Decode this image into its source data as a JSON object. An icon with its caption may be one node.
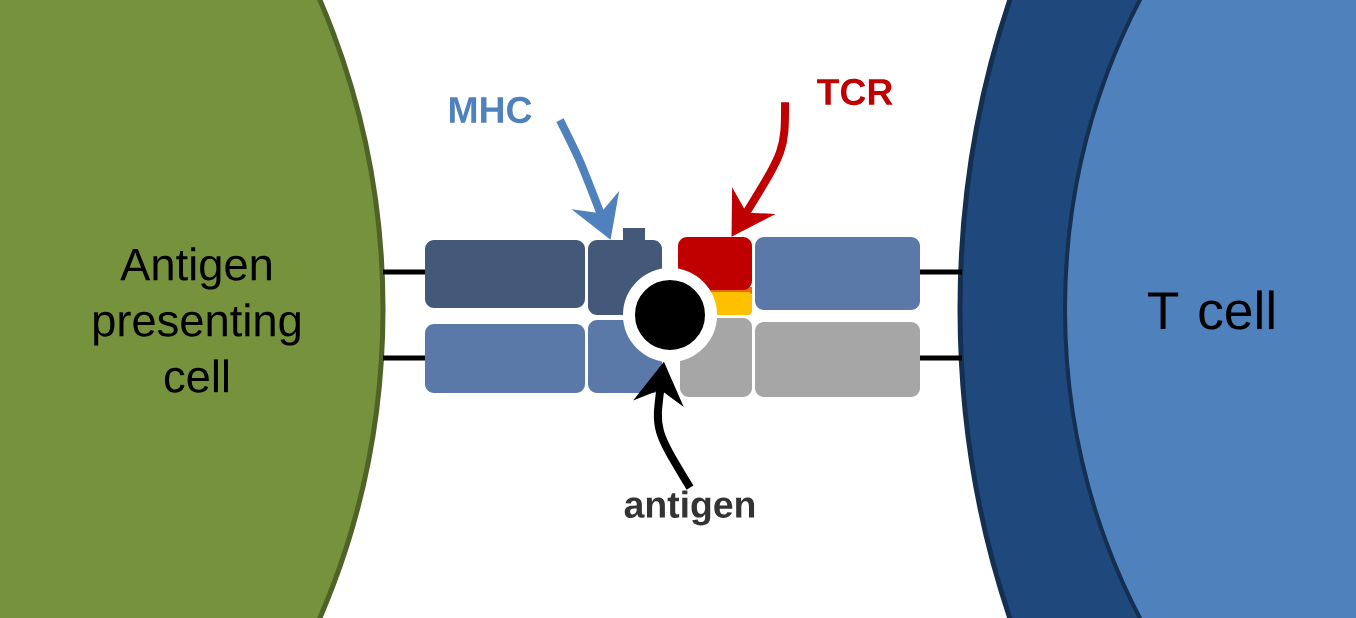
{
  "diagram": {
    "nodes": [
      {
        "text": [
          "Antigen presenting cell"
        ]
      },
      {
        "text": [
          "T cell"
        ]
      },
      {
        "text": [
          "MHC"
        ]
      },
      {
        "text": [
          "TCR"
        ]
      },
      {
        "text": [
          "antigen"
        ]
      },
      {
        "text": [],
        "shape": "box"
      },
      {
        "text": [],
        "shape": "box"
      },
      {
        "text": [],
        "shape": "circle"
      }
    ],
    "edges": [
      {
        "from": 2,
        "to": 5,
        "arrow": "to",
        "color": "#4f81bd"
      },
      {
        "from": 3,
        "to": 6,
        "arrow": "to",
        "color": "#c00000"
      },
      {
        "from": 4,
        "to": 7,
        "arrow": "to",
        "color": "#000000"
      }
    ]
  }
}
